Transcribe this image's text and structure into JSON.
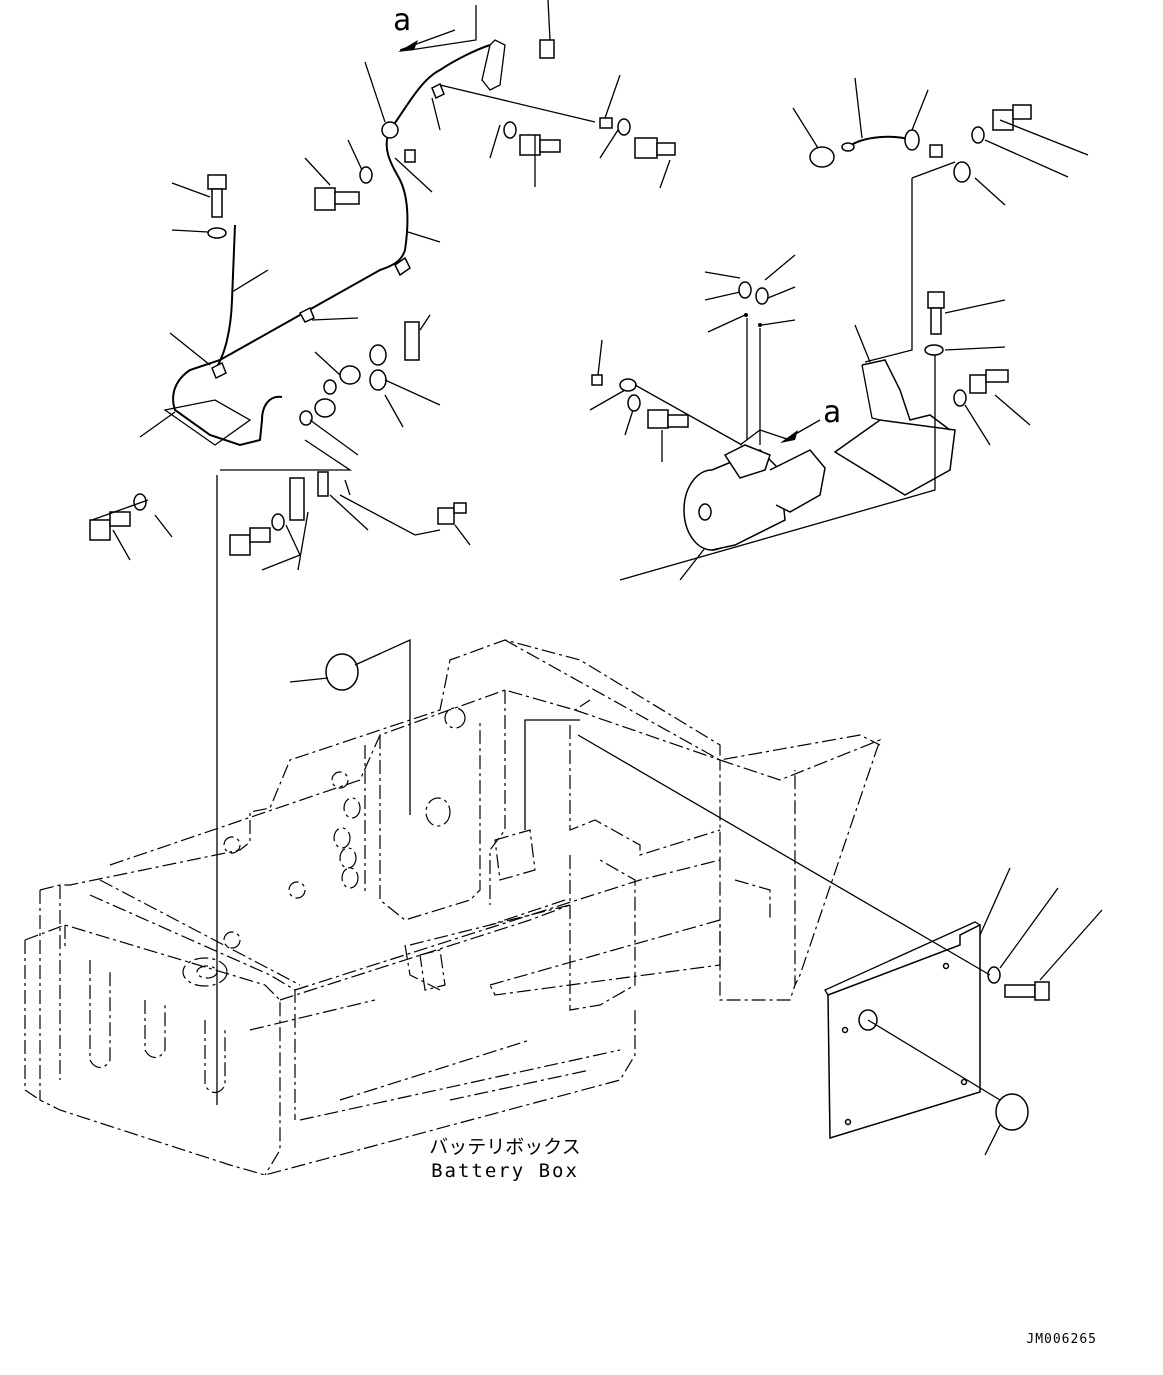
{
  "diagram": {
    "view_marker_top": "a",
    "view_marker_right": "a",
    "caption_jp": "バッテリボックス",
    "caption_en": "Battery Box",
    "drawing_id": "JM006265"
  }
}
